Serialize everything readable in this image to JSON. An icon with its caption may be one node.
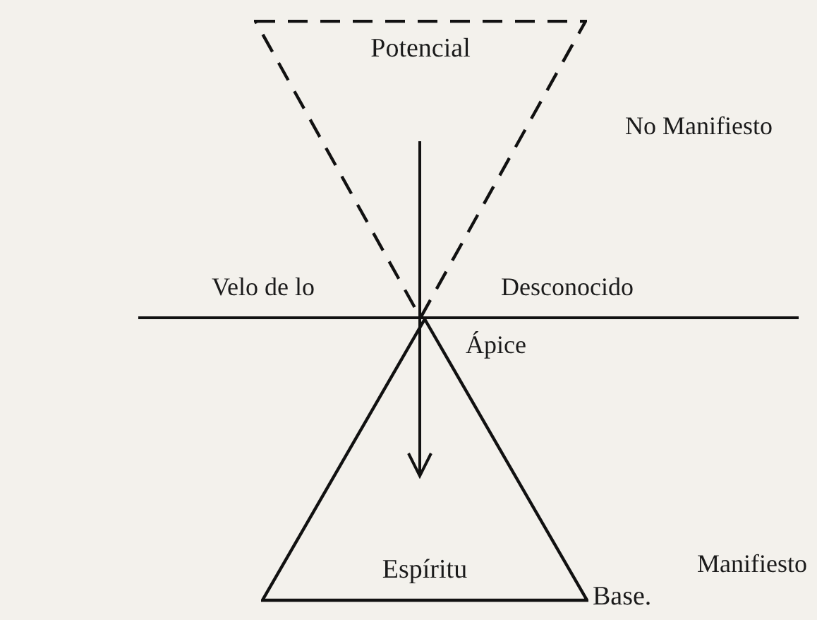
{
  "diagram": {
    "nodes": [
      {
        "text": [
          "Potencial"
        ]
      },
      {
        "text": [
          "Espíritu"
        ],
        "beside": [
          "Base."
        ]
      }
    ],
    "edges": [
      {
        "from": 0,
        "to": 1,
        "arrow": "to"
      }
    ],
    "labels": [
      "No Manifiesto",
      "Velo de lo",
      "Desconocido",
      "Ápice",
      "Manifiesto"
    ]
  }
}
